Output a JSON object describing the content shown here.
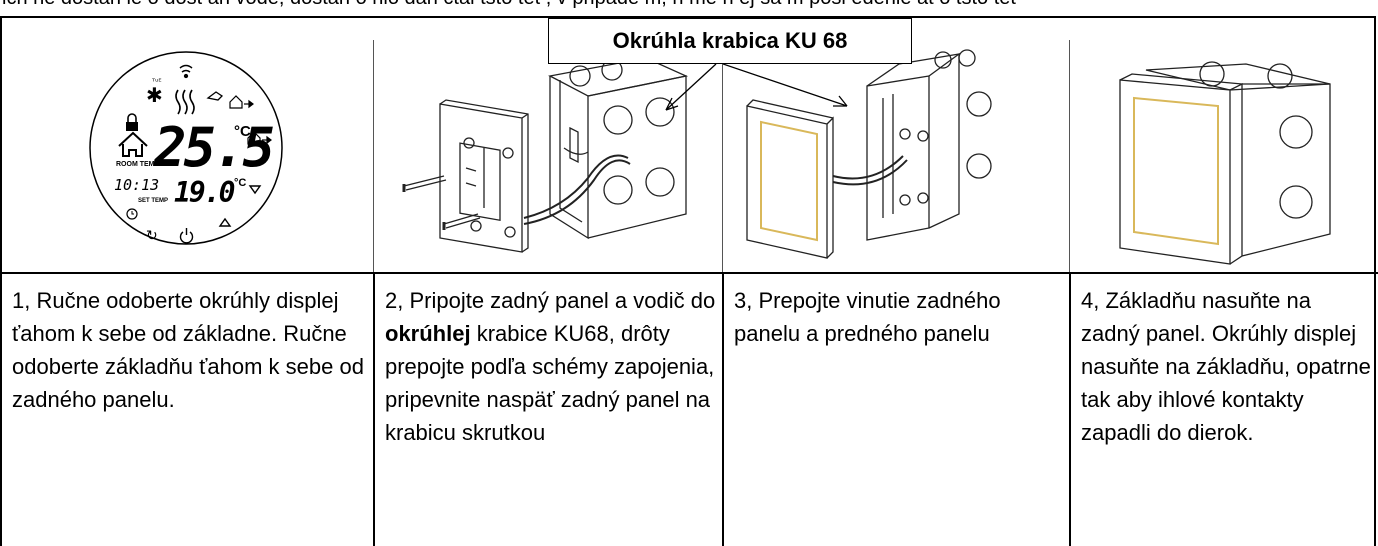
{
  "cut_text": "ich ne dostan le o dost an vode, dostan o hlo dan ctal tsto tet , v pripade m, n me n ej sa m posi edenie at o tsto tet",
  "callout": "Okrúhla krabica KU 68",
  "thermostat_display": {
    "temp_main": "25.5",
    "temp_set": "19.0",
    "unit": "°C",
    "time": "10:13",
    "label_room": "ROOM TEMP",
    "label_set": "SET TEMP"
  },
  "steps": [
    {
      "text": "1, Ručne odoberte okrúhly displej ťahom k sebe od základne. Ručne odoberte základňu ťahom k sebe od zadného panelu."
    },
    {
      "text_pre": "2, Pripojte zadný panel a vodič do ",
      "text_bold": "okrúhlej",
      "text_post": " krabice KU68, drôty prepojte podľa schémy zapojenia, pripevnite naspäť zadný panel na krabicu skrutkou"
    },
    {
      "text": "3, Prepojte vinutie zadného panelu a predného panelu"
    },
    {
      "text": "4, Základňu nasuňte na zadný panel. Okrúhly displej nasuňte na základňu, opatrne tak aby ihlové kontakty zapadli do dierok."
    }
  ]
}
